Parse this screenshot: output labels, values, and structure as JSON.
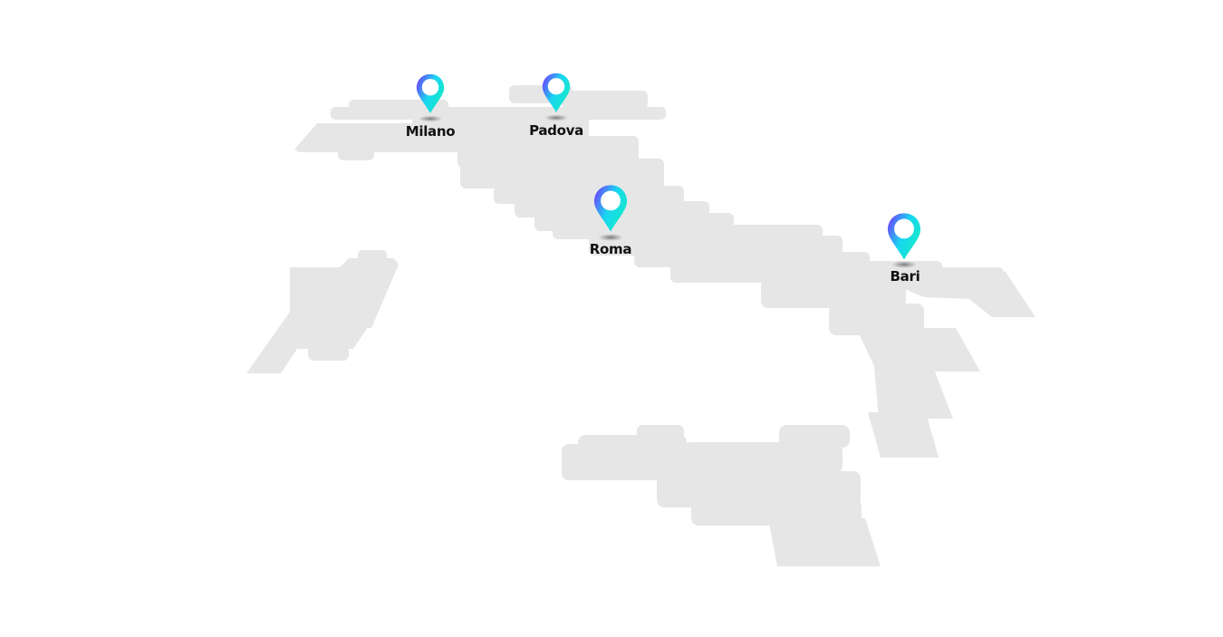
{
  "map": {
    "land_color": "#e6e6e6",
    "pin_gradient": [
      "#7a2cff",
      "#18d7f0",
      "#16e8c8"
    ],
    "pin_icon": "map-marker-icon"
  },
  "cities": [
    {
      "id": "milano",
      "label": "Milano"
    },
    {
      "id": "padova",
      "label": "Padova"
    },
    {
      "id": "roma",
      "label": "Roma"
    },
    {
      "id": "bari",
      "label": "Bari"
    }
  ]
}
